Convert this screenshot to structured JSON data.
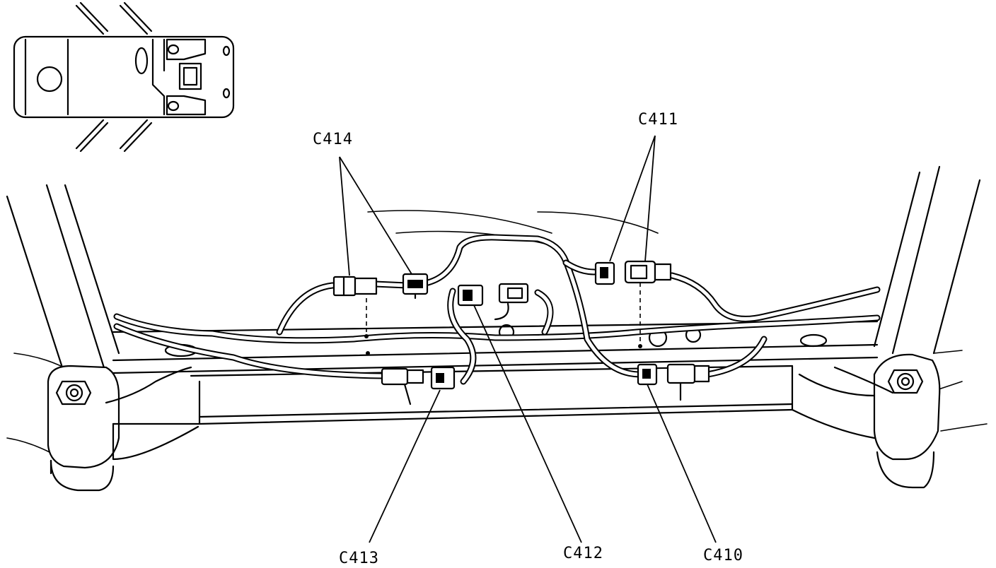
{
  "diagram": {
    "callouts": {
      "c414": "C414",
      "c411": "C411",
      "c413": "C413",
      "c412": "C412",
      "c410": "C410"
    }
  }
}
